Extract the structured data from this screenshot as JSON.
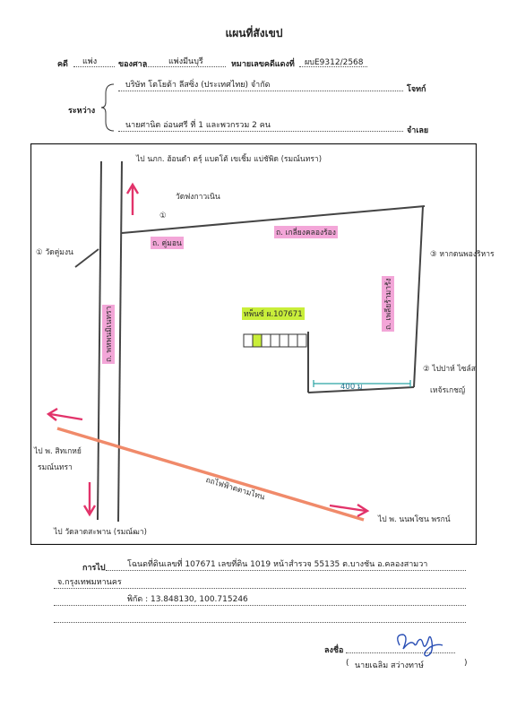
{
  "header": {
    "title": "แผนที่สังเขป",
    "case_label": "คดี",
    "case_type": "แพ่ง",
    "court_label": "ของศาล",
    "court_name": "แพ่งมีนบุรี",
    "black_case_label": "หมายเลขคดีแดงที่",
    "black_case_number": "ผบE9312/2568"
  },
  "parties": {
    "between_label": "ระหว่าง",
    "plaintiff_name": "บริษัท โตโยต้า ลีสซิ่ง (ประเทศไทย) จำกัด",
    "plaintiff_role": "โจทก์",
    "defendant_name": "นายศานิต อ่อนศรี ที่ 1 และพวกรวม 2 คน",
    "defendant_role": "จำเลย"
  },
  "map": {
    "top_label": "ไป นภก. ฮ้อนดำ ตรุ์ แบตโต้ เขเชิ้ม แบ่ชัพิด (รมณ์นทรา)",
    "wat_label": "วัดฟงกาวเนิน",
    "wat_number": "①",
    "left_mid_label": "① วัดคู่มงน",
    "road_label_a": "ถ. คู่มอน",
    "road_label_b": "ถ. เกลี่ยงคลองร้อง",
    "right_top_label": "③ หากดนพองริหาร",
    "right_road_label": "ถ. เพลียร้ามารัง",
    "target_label": "ทพ็นซ์ ผ.107671",
    "distance_label": "400 ม",
    "right_bottom_label_1": "② ไปปาห์ ไซล์ส",
    "right_bottom_label_2": "เหจ้รเกชญ์",
    "left_lower_label_1": "ไป พ. สิทเกหย์",
    "left_lower_label_2": "รมณ์นทรา",
    "vertical_road_label": "ถ. พหพนมิเนทรา",
    "diagonal_road_label": "ถถไฟฟ้าดตามไทน",
    "bottom_right_label": "ไป พ. นนพโซน พรกน์",
    "bottom_left_label": "ไป วัดลาดสะพาน (รมณ์ฒา)"
  },
  "footer": {
    "directions_label": "การไป",
    "directions_line1": "โฉนดที่ดินเลขที่ 107671 เลขที่ดิน 1019 หน้าสำรวจ 55135 ต.บางชัน อ.คลองสามวา",
    "directions_line2": "จ.กรุงเทพมหานคร",
    "coordinates": "พิกัด : 13.848130, 100.715246",
    "signature_label": "ลงชื่อ",
    "signer_name": "นายเฉลิม สว่างทาษ์",
    "paren_open": "(",
    "paren_close": ")"
  },
  "colors": {
    "highlight_pink": "#f3a6d8",
    "highlight_green": "#c9ee3a",
    "arrow_red": "#e2336a",
    "rail_orange": "#f08a6a",
    "road_teal": "#2aa3a3",
    "signature_blue": "#2a4fb5"
  }
}
